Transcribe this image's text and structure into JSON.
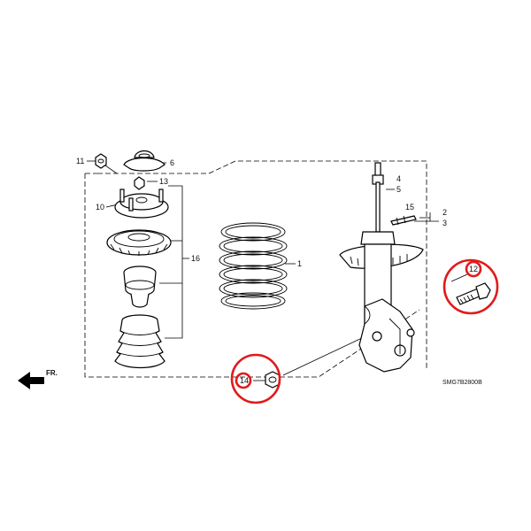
{
  "diagram": {
    "callouts": {
      "c1": "1",
      "c2": "2",
      "c3": "3",
      "c4": "4",
      "c5": "5",
      "c6": "6",
      "c10": "10",
      "c11": "11",
      "c12": "12",
      "c13": "13",
      "c14": "14",
      "c15": "15",
      "c16": "16"
    },
    "front_arrow_label": "FR.",
    "figure_code": "SMG7B2800B",
    "highlight_color": "#e01b1b"
  }
}
